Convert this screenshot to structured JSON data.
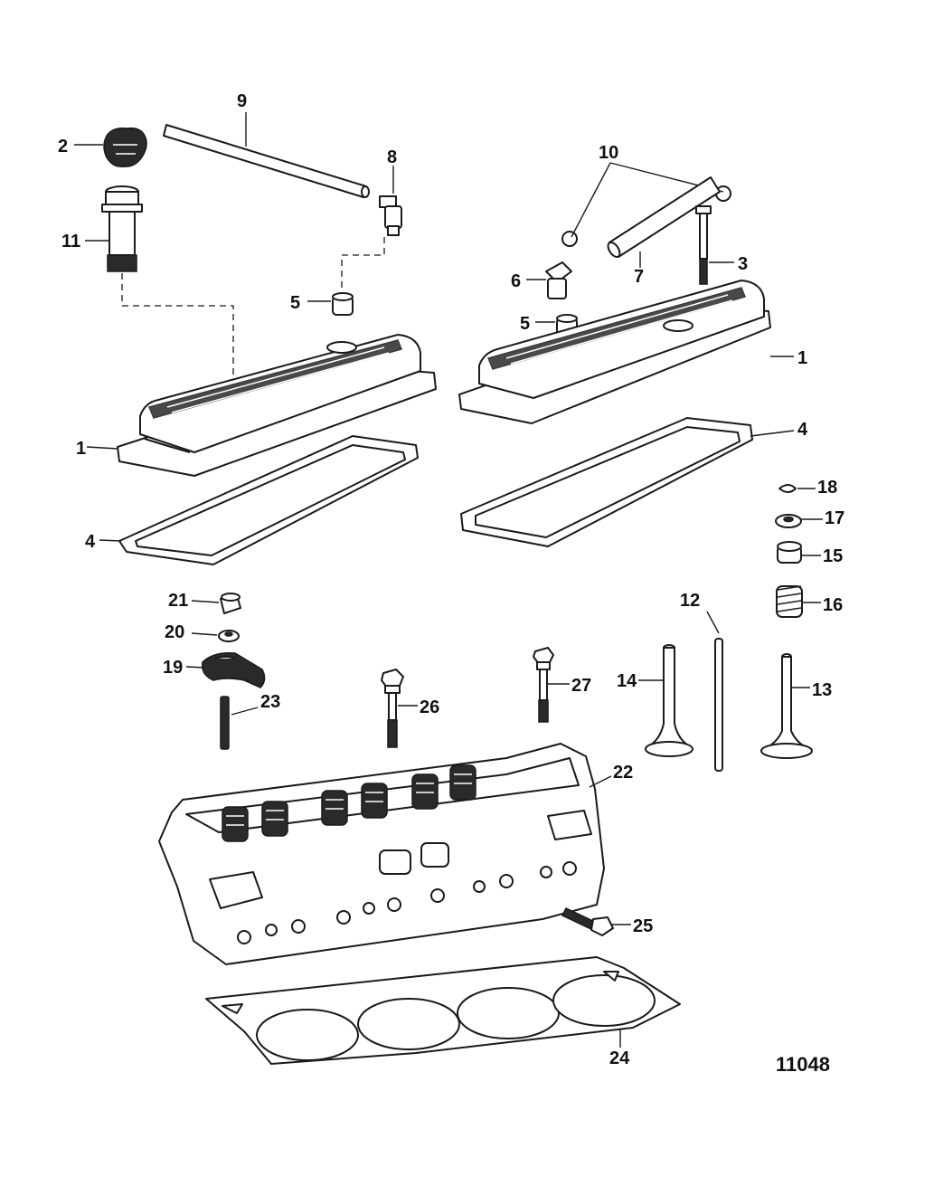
{
  "figure_number": "11048",
  "callouts": {
    "c1_left": "1",
    "c1_right": "1",
    "c2": "2",
    "c3": "3",
    "c4_left": "4",
    "c4_right": "4",
    "c5_left": "5",
    "c5_right": "5",
    "c6": "6",
    "c7": "7",
    "c8": "8",
    "c9": "9",
    "c10": "10",
    "c11": "11",
    "c12": "12",
    "c13": "13",
    "c14": "14",
    "c15": "15",
    "c16": "16",
    "c17": "17",
    "c18": "18",
    "c19": "19",
    "c20": "20",
    "c21": "21",
    "c22": "22",
    "c23": "23",
    "c24": "24",
    "c25": "25",
    "c26": "26",
    "c27": "27"
  },
  "colors": {
    "line": "#1a1a1a",
    "background": "#ffffff"
  }
}
